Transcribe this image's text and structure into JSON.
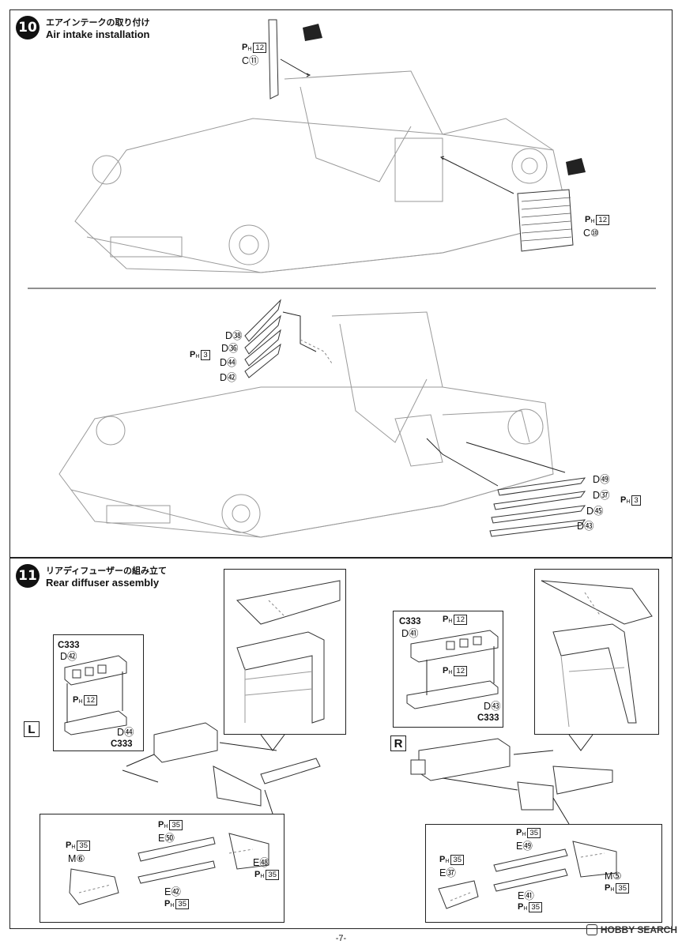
{
  "step10": {
    "number": "10",
    "title_jp": "エアインテークの取り付け",
    "title_en": "Air intake installation",
    "upper": {
      "part_a": {
        "p_no": "12",
        "code": "C",
        "num": "⑪"
      },
      "part_b": {
        "p_no": "12",
        "code": "C",
        "num": "⑩"
      }
    },
    "lower": {
      "left_labels": [
        "D㊳",
        "D㊱",
        "D㊹",
        "D㊷"
      ],
      "left_p": "3",
      "right_labels": [
        "D㊾",
        "D㊲",
        "D㊺",
        "D㊸"
      ],
      "right_p": "3"
    }
  },
  "step11": {
    "number": "11",
    "title_jp": "リアディフューザーの組み立て",
    "title_en": "Rear diffuser assembly",
    "left": {
      "side": "L",
      "top_code": "C333",
      "d_top": "D㊷",
      "p_mid": "12",
      "d_bottom": "D㊹",
      "bottom_code": "C333",
      "sub": {
        "p_top": "35",
        "e_top": "E㊿",
        "p_left": "35",
        "m_left": "M⑥",
        "e_right": "E㊽",
        "p_right": "35",
        "e_bottom": "E㊷",
        "p_bottom": "35"
      }
    },
    "right": {
      "side": "R",
      "top_code": "C333",
      "d_top": "D㊶",
      "p_top": "12",
      "p_mid": "12",
      "d_bottom": "D㊸",
      "bottom_code": "C333",
      "sub": {
        "p_top": "35",
        "e_top": "E㊾",
        "p_left": "35",
        "e_left": "E㊲",
        "m_right": "M⑤",
        "p_right": "35",
        "e_bottom": "E㊶",
        "p_bottom": "35"
      }
    }
  },
  "footer": {
    "page": "-7-",
    "watermark": "HOBBY SEARCH"
  }
}
